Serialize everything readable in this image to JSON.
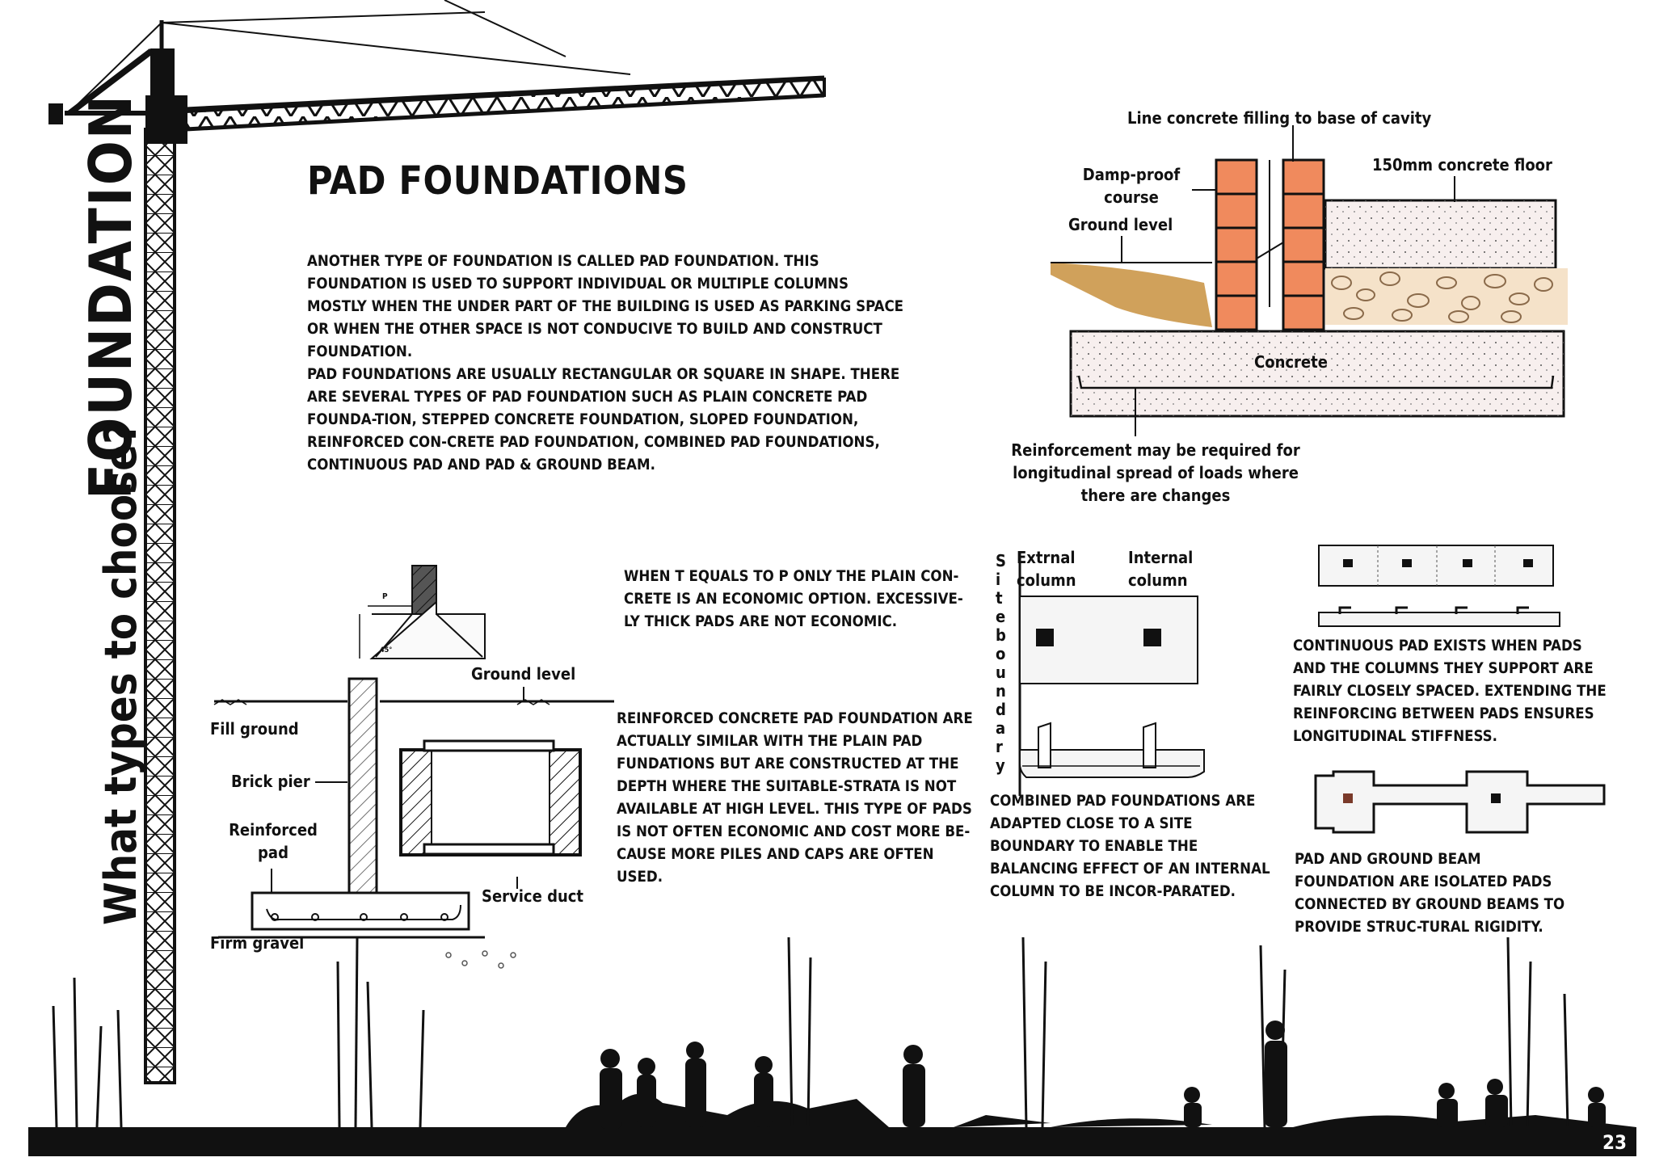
{
  "side": {
    "title": "FOUNDATION",
    "subtitle": "What types to choose?"
  },
  "page": {
    "title": "PAD FOUNDATIONS",
    "number": "23"
  },
  "intro": {
    "p1": "ANOTHER TYPE OF FOUNDATION IS CALLED PAD FOUNDATION. THIS FOUNDATION IS USED TO SUPPORT INDIVIDUAL OR MULTIPLE COLUMNS MOSTLY WHEN THE UNDER PART OF THE BUILDING IS USED AS PARKING SPACE OR WHEN THE OTHER SPACE IS NOT CONDUCIVE TO BUILD AND CONSTRUCT FOUNDATION.",
    "p2": "PAD FOUNDATIONS ARE USUALLY RECTANGULAR OR SQUARE IN SHAPE. THERE ARE SEVERAL TYPES OF PAD FOUNDATION SUCH AS PLAIN CONCRETE PAD FOUNDA-TION, STEPPED CONCRETE FOUNDATION, SLOPED FOUNDATION, REINFORCED CON-CRETE PAD FOUNDATION, COMBINED PAD FOUNDATIONS, CONTINUOUS PAD AND PAD & GROUND BEAM."
  },
  "wall_diagram": {
    "cavity_label": "Line concrete filling to base of cavity",
    "floor_label": "150mm concrete floor",
    "dpc_label": "Damp-proof course",
    "ground_label": "Ground level",
    "concrete_label": "Concrete",
    "reinforcement_label": "Reinforcement may be required for longitudinal spread of loads where there are changes"
  },
  "plain_pad": {
    "text": "WHEN T EQUALS TO P ONLY THE PLAIN CON-CRETE IS AN ECONOMIC OPTION. EXCESSIVE-LY THICK PADS ARE NOT ECONOMIC.",
    "dim_p": "P",
    "dim_angle": "45°"
  },
  "section_diagram": {
    "ground_level": "Ground level",
    "fill_ground": "Fill ground",
    "brick_pier": "Brick pier",
    "reinforced_pad": "Reinforced pad",
    "service_duct": "Service duct",
    "firm_gravel": "Firm gravel"
  },
  "reinforced_text": "REINFORCED CONCRETE PAD FOUNDATION ARE ACTUALLY SIMILAR WITH THE PLAIN PAD FUNDATIONS BUT ARE CONSTRUCTED AT THE DEPTH WHERE THE SUITABLE-STRATA IS NOT AVAILABLE AT HIGH LEVEL. THIS TYPE OF PADS IS NOT OFTEN ECONOMIC AND COST MORE BE-CAUSE MORE PILES AND CAPS ARE OFTEN USED.",
  "combined": {
    "site_boundary": "Siteboundary",
    "external_column": "Extrnal column",
    "internal_column": "Internal column",
    "text": "COMBINED PAD FOUNDATIONS ARE ADAPTED CLOSE TO A SITE BOUNDARY TO ENABLE THE BALANCING EFFECT OF AN INTERNAL COLUMN TO BE INCOR-PARATED."
  },
  "continuous": {
    "text": "CONTINUOUS PAD EXISTS WHEN PADS AND THE COLUMNS THEY SUPPORT ARE FAIRLY CLOSELY SPACED. EXTENDING THE REINFORCING BETWEEN PADS ENSURES LONGITUDINAL STIFFNESS."
  },
  "ground_beam": {
    "text": "PAD AND GROUND BEAM FOUNDATION ARE ISOLATED PADS CONNECTED BY GROUND BEAMS TO PROVIDE STRUC-TURAL RIGIDITY."
  },
  "colors": {
    "brick": "#f08a5d",
    "soil": "#c8913e",
    "concrete": "#f7efee",
    "ink": "#111111"
  }
}
